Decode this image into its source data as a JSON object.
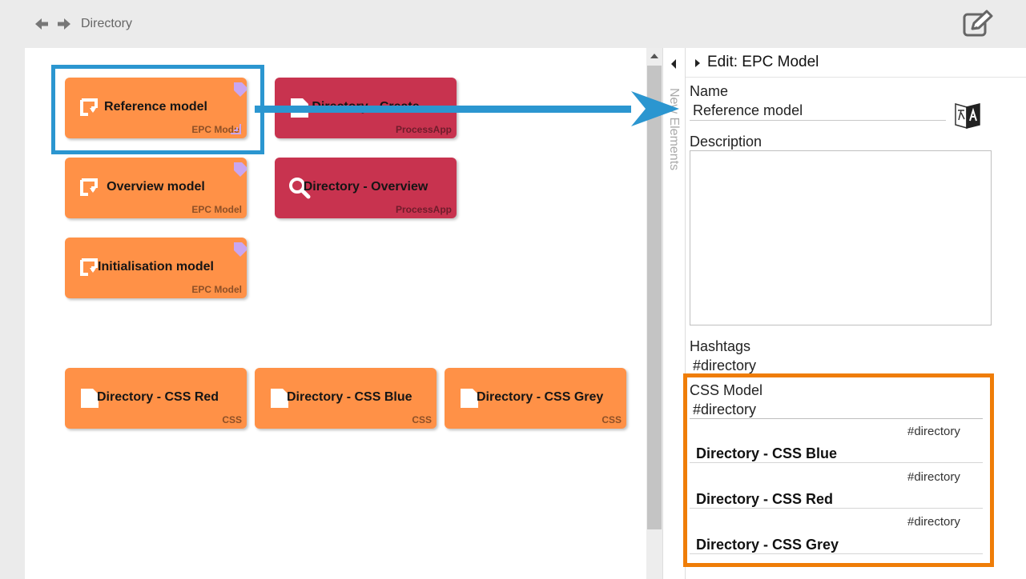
{
  "header": {
    "breadcrumb": "Directory",
    "back_icon": "arrow-left-icon",
    "forward_icon": "arrow-right-icon",
    "edit_icon": "edit-icon"
  },
  "canvas": {
    "tiles": [
      {
        "title": "Reference model",
        "subtitle": "EPC Model",
        "icon": "epc-model-icon",
        "color": "#ff9147"
      },
      {
        "title": "Directory - Create",
        "subtitle": "ProcessApp",
        "icon": "document-icon",
        "color": "#c8334f"
      },
      {
        "title": "Overview model",
        "subtitle": "EPC Model",
        "icon": "epc-model-icon",
        "color": "#ff9147"
      },
      {
        "title": "Directory - Overview",
        "subtitle": "ProcessApp",
        "icon": "search-icon",
        "color": "#c8334f"
      },
      {
        "title": "Initialisation model",
        "subtitle": "EPC Model",
        "icon": "epc-model-icon",
        "color": "#ff9147"
      },
      {
        "title": "Directory - CSS Red",
        "subtitle": "CSS",
        "icon": "document-icon",
        "color": "#ff9147"
      },
      {
        "title": "Directory - CSS Blue",
        "subtitle": "CSS",
        "icon": "document-icon",
        "color": "#ff9147"
      },
      {
        "title": "Directory - CSS Grey",
        "subtitle": "CSS",
        "icon": "document-icon",
        "color": "#ff9147"
      }
    ]
  },
  "sidebar": {
    "new_elements_label": "New Elements"
  },
  "panel": {
    "title": "Edit: EPC Model",
    "name_label": "Name",
    "name_value": "Reference model",
    "translate_icon": "translate-icon",
    "description_label": "Description",
    "description_value": "",
    "hashtags_label": "Hashtags",
    "hashtags_value": "#directory",
    "css_model_label": "CSS Model",
    "css_model_value": "#directory",
    "css_options": [
      {
        "tag": "#directory",
        "name": "Directory - CSS Blue"
      },
      {
        "tag": "#directory",
        "name": "Directory - CSS Red"
      },
      {
        "tag": "#directory",
        "name": "Directory - CSS Grey"
      }
    ]
  },
  "colors": {
    "accent_blue": "#2b96d0",
    "accent_orange": "#ef7d08",
    "epc_orange": "#ff9147",
    "process_crimson": "#c8334f"
  }
}
